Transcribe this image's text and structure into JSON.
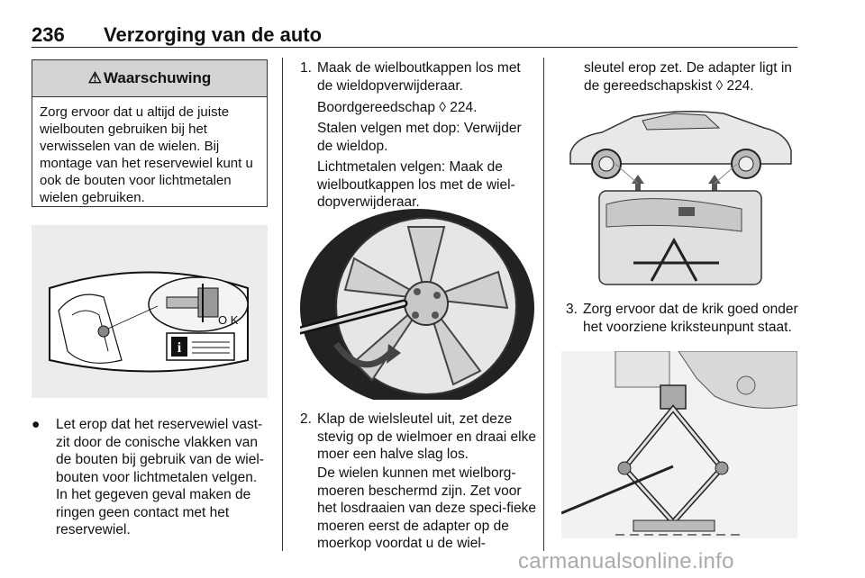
{
  "header": {
    "page_number": "236",
    "title": "Verzorging van de auto"
  },
  "warning": {
    "icon": "warning-triangle-icon",
    "title": "Waarschuwing",
    "text": "Zorg ervoor dat u altijd de juiste wielbouten gebruiken bij het verwisselen van de wielen. Bij montage van het reservewiel kunt u ook de bouten voor lichtmetalen wielen gebruiken."
  },
  "figure1": {
    "label": "O K"
  },
  "bullet": {
    "symbol": "●",
    "text": "Let erop dat het reservewiel vast-zit door de conische vlakken van de bouten bij gebruik van de wiel-bouten voor lichtmetalen velgen. In het gegeven geval maken de ringen geen contact met het reservewiel."
  },
  "step1": {
    "number": "1.",
    "text": "Maak de wielboutkappen los met de wieldopverwijderaar.",
    "ref1": "Boordgereedschap ◊ 224.",
    "para2": "Stalen velgen met dop: Verwijder de wieldop.",
    "para3": "Lichtmetalen velgen: Maak de wielboutkappen los met de wiel-dopverwijderaar."
  },
  "step2": {
    "number": "2.",
    "text": "Klap de wielsleutel uit, zet deze stevig op de wielmoer en draai elke moer een halve slag los.",
    "para2": "De wielen kunnen met wielborg-moeren beschermd zijn. Zet voor het losdraaien van deze speci-fieke moeren eerst de adapter op de moerkop voordat u de wiel-"
  },
  "col3_cont": "sleutel erop zet. De adapter ligt in de gereedschapskist ◊ 224.",
  "step3": {
    "number": "3.",
    "text": "Zorg ervoor dat de krik goed onder het voorziene kriksteunpunt staat."
  },
  "watermark": "carmanualsonline.info"
}
